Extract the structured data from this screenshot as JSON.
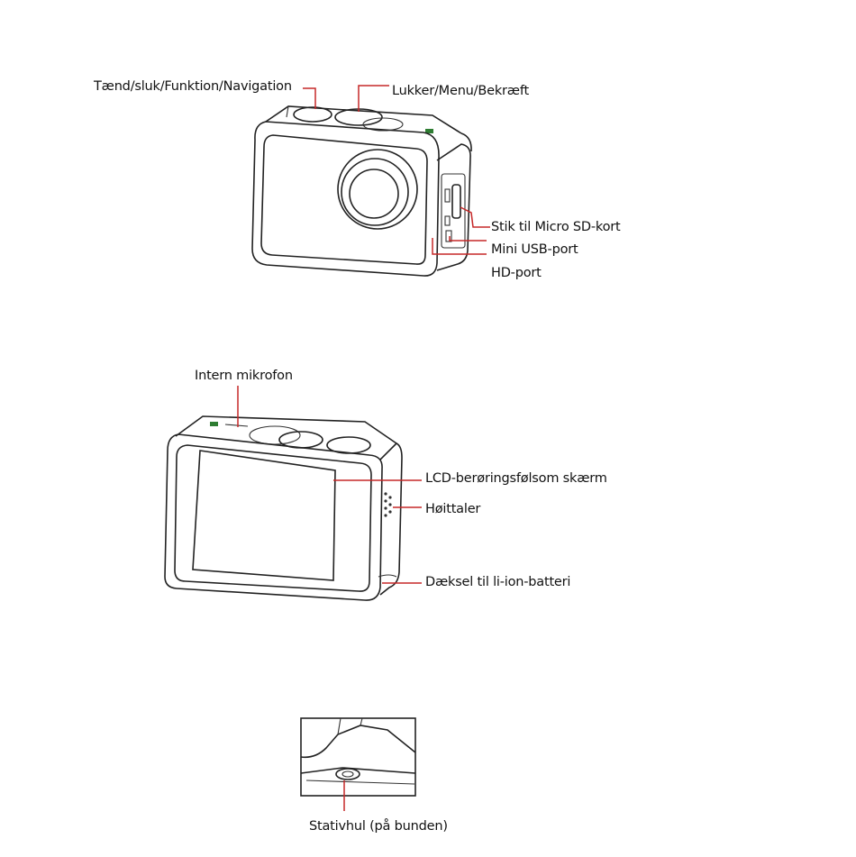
{
  "labels": {
    "power": "Tænd/sluk/Funktion/Navigation",
    "shutter": "Lukker/Menu/Bekræft",
    "sd_slot": "Stik til Micro SD-kort",
    "usb": "Mini USB-port",
    "hd": "HD-port",
    "mic": "Intern mikrofon",
    "lcd": "LCD-berøringsfølsom skærm",
    "speaker": "Høittaler",
    "battery": "Dæksel til li-ion-batteri",
    "tripod": "Stativhul (på bunden)"
  },
  "colors": {
    "leader": "#c62828",
    "outline": "#222222",
    "logo": "#2e7d32"
  }
}
